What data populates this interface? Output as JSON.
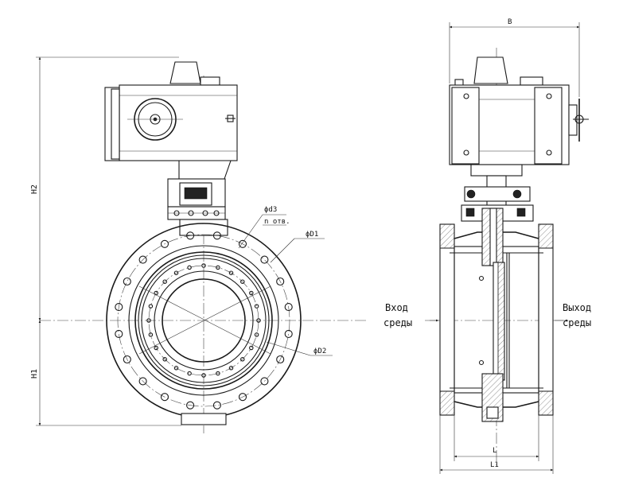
{
  "labels": {
    "h2": "H2",
    "h1": "H1",
    "b": "B",
    "l": "L",
    "l1": "L1",
    "d1": "ϕD1",
    "d2": "ϕD2",
    "d3": "ϕd3",
    "n_holes": "n отв.",
    "inlet_line1": "Вход",
    "inlet_line2": "среды",
    "outlet_line1": "Выход",
    "outlet_line2": "среды"
  }
}
